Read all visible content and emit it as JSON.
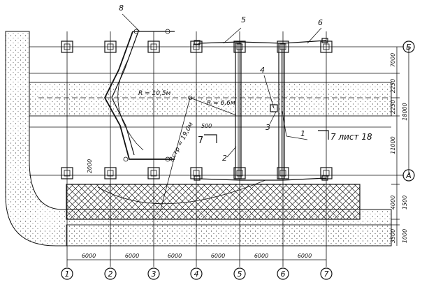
{
  "sheet_ref": "7 лист 18",
  "section_mark": "7",
  "radius_labels": [
    "R = 10,5м",
    "R = 6,6м",
    "Rстр = 19,0м"
  ],
  "callouts": [
    "1",
    "2",
    "3",
    "4",
    "5",
    "6",
    "8"
  ],
  "row_axes": [
    "Б",
    "А"
  ],
  "column_axes": [
    "1",
    "2",
    "3",
    "4",
    "5",
    "6",
    "7"
  ],
  "bottom_dims": [
    "6000",
    "6000",
    "6000",
    "6000",
    "6000",
    "6000"
  ],
  "right_dims": [
    "7000",
    "2250",
    "2250",
    "11000",
    "18000",
    "1500",
    "4000",
    "1000",
    "3500"
  ],
  "left_dim": "2000",
  "inner_dim": "500"
}
